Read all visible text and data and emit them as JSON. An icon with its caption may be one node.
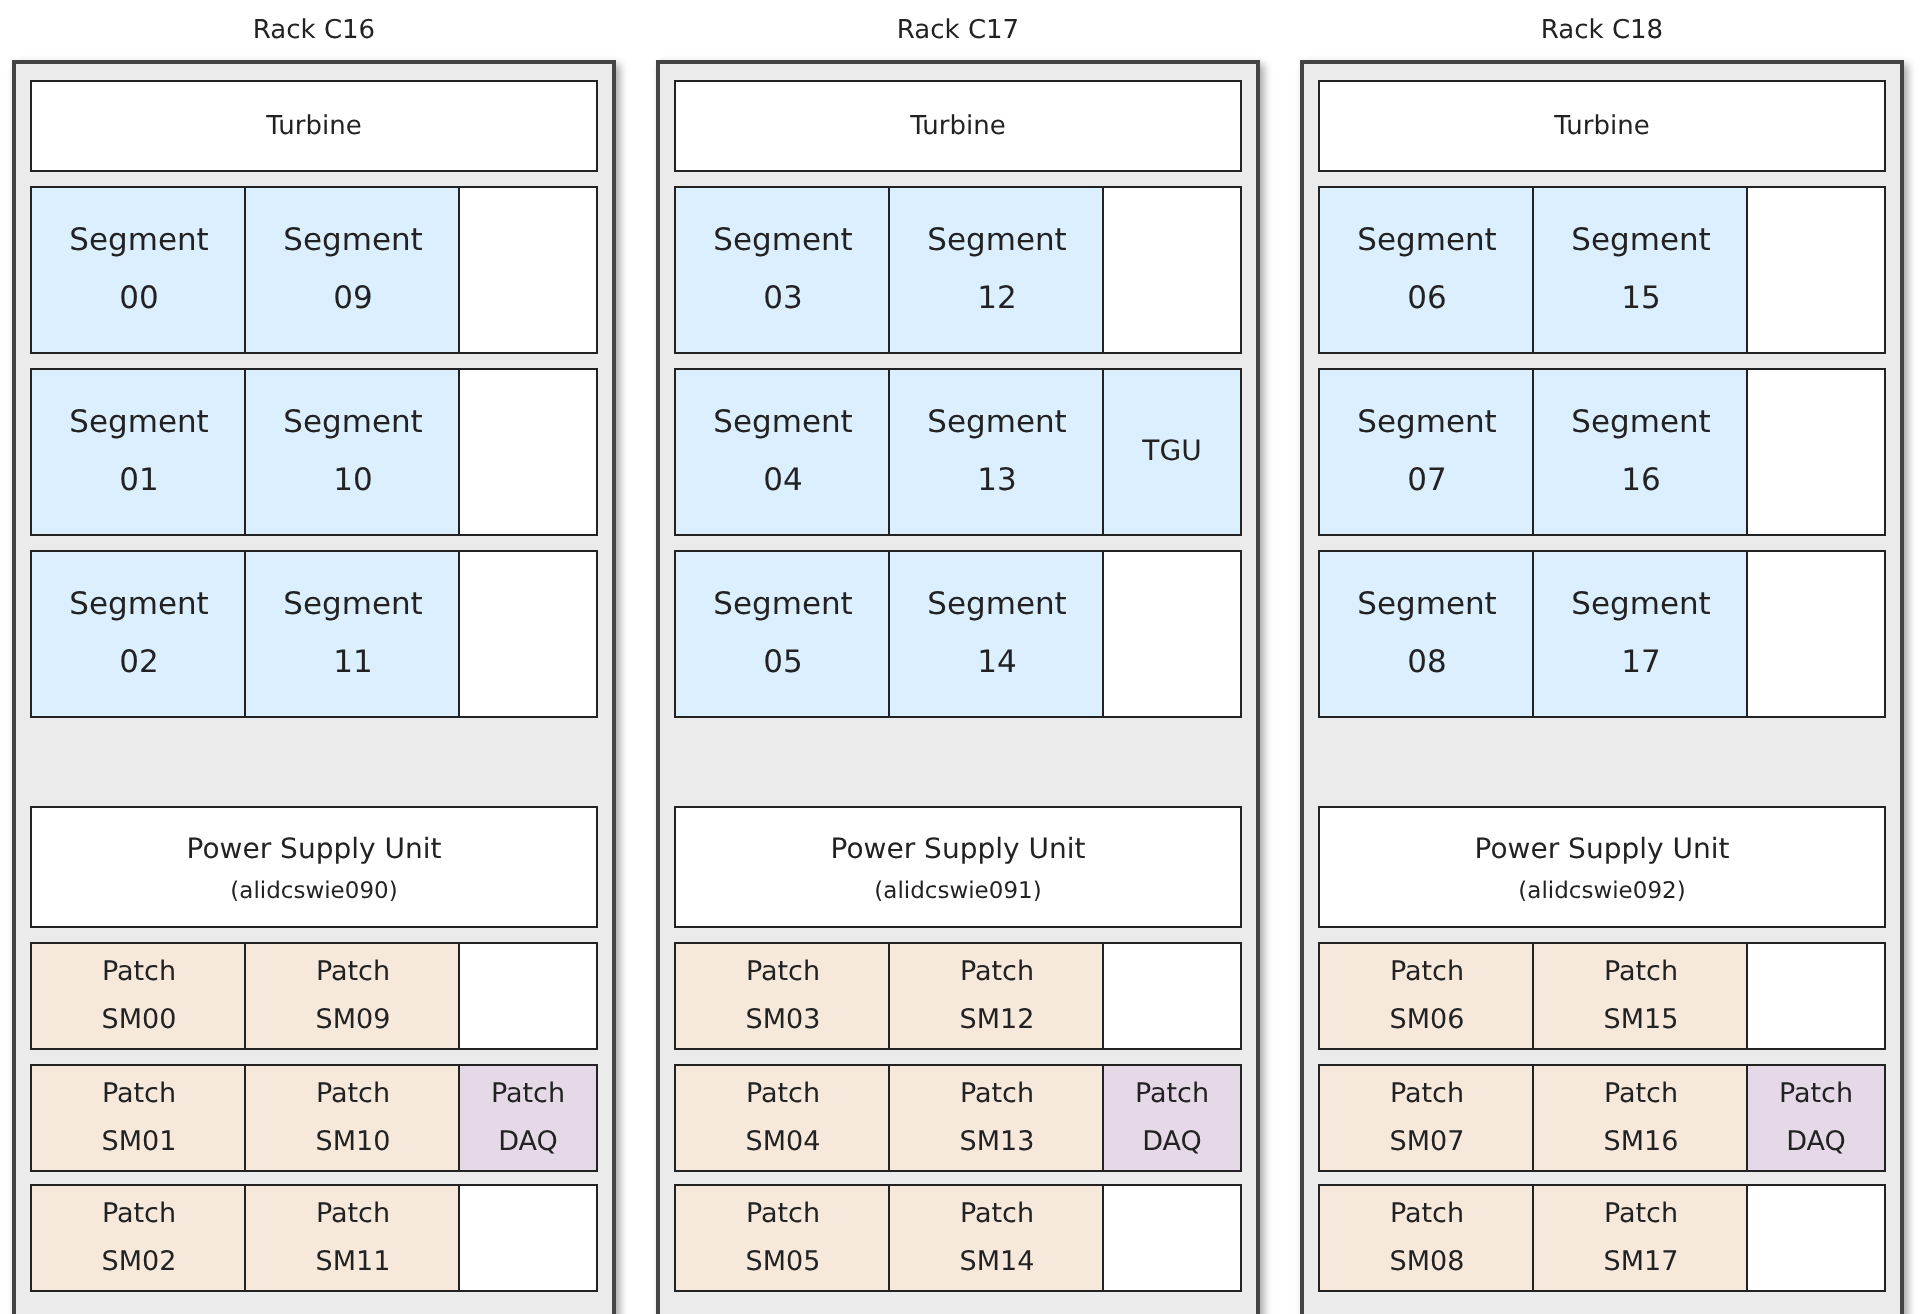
{
  "diagram": {
    "nodes": [
      {
        "text": [
          "Rack C16"
        ]
      },
      {
        "text": [
          "Turbine"
        ],
        "in": 0
      },
      {
        "text": [
          "Segment 00"
        ],
        "in": 0
      },
      {
        "text": [
          "Segment 09"
        ],
        "in": 0
      },
      {
        "text": [],
        "shape": "box",
        "in": 0
      },
      {
        "text": [
          "Segment 01"
        ],
        "in": 0
      },
      {
        "text": [
          "Segment 10"
        ],
        "in": 0
      },
      {
        "text": [],
        "shape": "box",
        "in": 0
      },
      {
        "text": [
          "Segment 02"
        ],
        "in": 0
      },
      {
        "text": [
          "Segment 11"
        ],
        "in": 0
      },
      {
        "text": [],
        "shape": "box",
        "in": 0
      },
      {
        "text": [
          "Power Supply Unit",
          "(alidcswie090)"
        ],
        "in": 0
      },
      {
        "text": [
          "Patch SM00"
        ],
        "in": 0
      },
      {
        "text": [
          "Patch SM09"
        ],
        "in": 0
      },
      {
        "text": [],
        "shape": "box",
        "in": 0
      },
      {
        "text": [
          "Patch SM01"
        ],
        "in": 0
      },
      {
        "text": [
          "Patch SM10"
        ],
        "in": 0
      },
      {
        "text": [
          "Patch DAQ"
        ],
        "in": 0
      },
      {
        "text": [
          "Patch SM02"
        ],
        "in": 0
      },
      {
        "text": [
          "Patch SM11"
        ],
        "in": 0
      },
      {
        "text": [],
        "shape": "box",
        "in": 0
      },
      {
        "text": [
          "Rack C17"
        ]
      },
      {
        "text": [
          "Turbine"
        ],
        "in": 21
      },
      {
        "text": [
          "Segment 03"
        ],
        "in": 21
      },
      {
        "text": [
          "Segment 12"
        ],
        "in": 21
      },
      {
        "text": [],
        "shape": "box",
        "in": 21
      },
      {
        "text": [
          "Segment 04"
        ],
        "in": 21
      },
      {
        "text": [
          "Segment 13"
        ],
        "in": 21
      },
      {
        "text": [
          "TGU"
        ],
        "in": 21
      },
      {
        "text": [
          "Segment 05"
        ],
        "in": 21
      },
      {
        "text": [
          "Segment 14"
        ],
        "in": 21
      },
      {
        "text": [],
        "shape": "box",
        "in": 21
      },
      {
        "text": [
          "Power Supply Unit",
          "(alidcswie091)"
        ],
        "in": 21
      },
      {
        "text": [
          "Patch SM03"
        ],
        "in": 21
      },
      {
        "text": [
          "Patch SM12"
        ],
        "in": 21
      },
      {
        "text": [],
        "shape": "box",
        "in": 21
      },
      {
        "text": [
          "Patch SM04"
        ],
        "in": 21
      },
      {
        "text": [
          "Patch SM13"
        ],
        "in": 21
      },
      {
        "text": [
          "Patch DAQ"
        ],
        "in": 21
      },
      {
        "text": [
          "Patch SM05"
        ],
        "in": 21
      },
      {
        "text": [
          "Patch SM14"
        ],
        "in": 21
      },
      {
        "text": [],
        "shape": "box",
        "in": 21
      },
      {
        "text": [
          "Rack C18"
        ]
      },
      {
        "text": [
          "Turbine"
        ],
        "in": 42
      },
      {
        "text": [
          "Segment 06"
        ],
        "in": 42
      },
      {
        "text": [
          "Segment 15"
        ],
        "in": 42
      },
      {
        "text": [],
        "shape": "box",
        "in": 42
      },
      {
        "text": [
          "Segment 07"
        ],
        "in": 42
      },
      {
        "text": [
          "Segment 16"
        ],
        "in": 42
      },
      {
        "text": [],
        "shape": "box",
        "in": 42
      },
      {
        "text": [
          "Segment 08"
        ],
        "in": 42
      },
      {
        "text": [
          "Segment 17"
        ],
        "in": 42
      },
      {
        "text": [],
        "shape": "box",
        "in": 42
      },
      {
        "text": [
          "Power Supply Unit",
          "(alidcswie092)"
        ],
        "in": 42
      },
      {
        "text": [
          "Patch SM06"
        ],
        "in": 42
      },
      {
        "text": [
          "Patch SM15"
        ],
        "in": 42
      },
      {
        "text": [],
        "shape": "box",
        "in": 42
      },
      {
        "text": [
          "Patch SM07"
        ],
        "in": 42
      },
      {
        "text": [
          "Patch SM16"
        ],
        "in": 42
      },
      {
        "text": [
          "Patch DAQ"
        ],
        "in": 42
      },
      {
        "text": [
          "Patch SM08"
        ],
        "in": 42
      },
      {
        "text": [
          "Patch SM17"
        ],
        "in": 42
      },
      {
        "text": [],
        "shape": "box",
        "in": 42
      }
    ]
  }
}
